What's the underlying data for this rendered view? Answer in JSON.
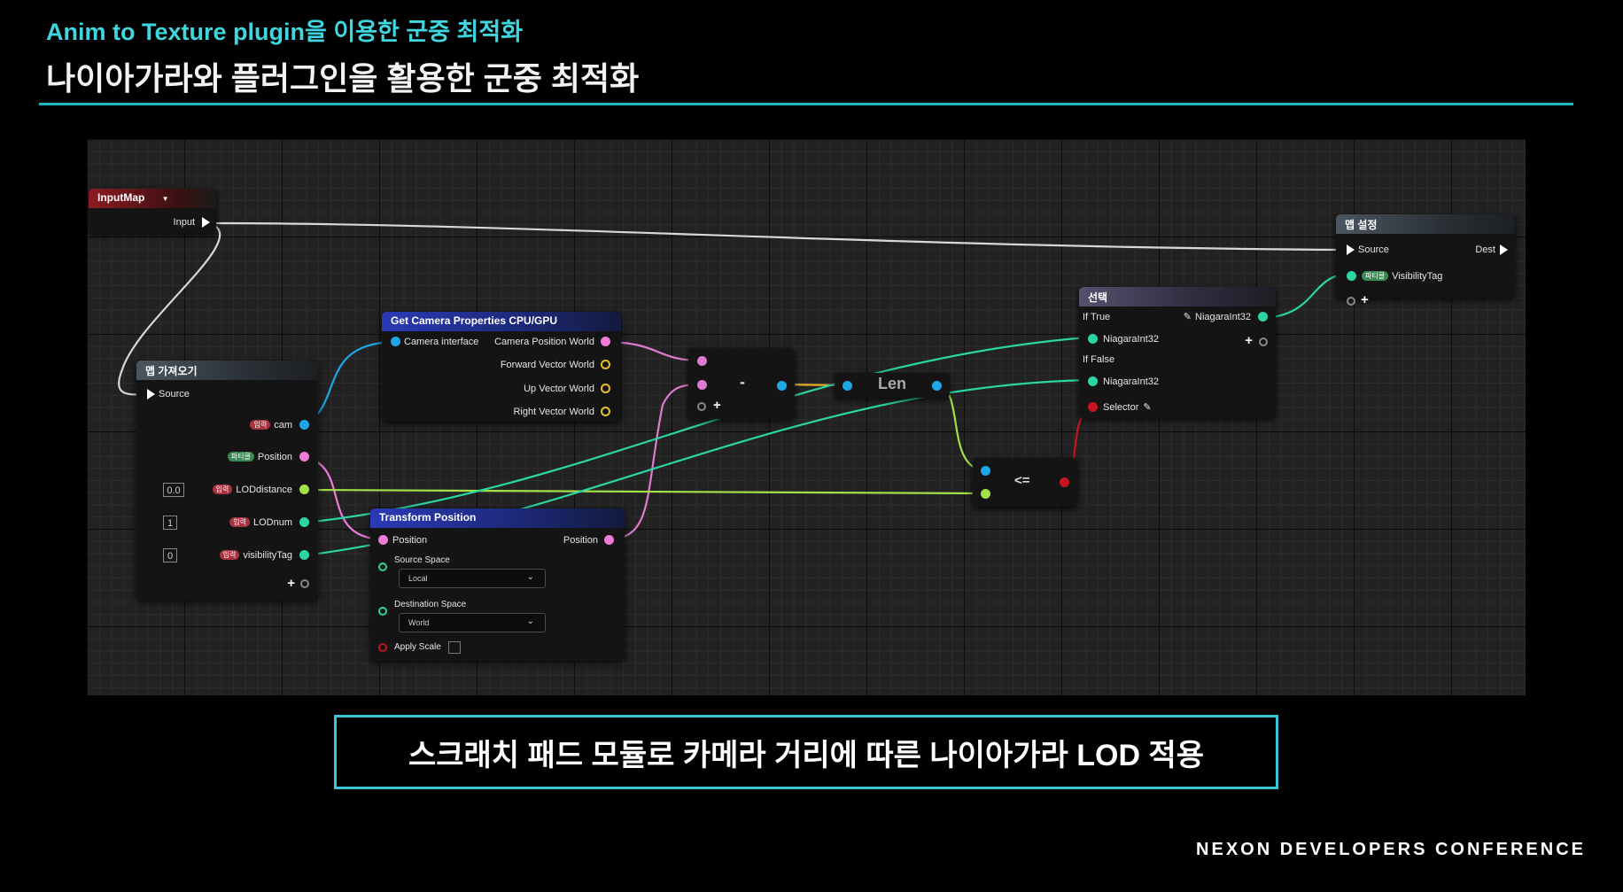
{
  "header": {
    "subtitle": "Anim to Texture plugin을 이용한 군중 최적화",
    "title": "나이아가라와 플러그인을 활용한 군중 최적화"
  },
  "graph": {
    "input_map": {
      "title": "InputMap",
      "input_label": "Input"
    },
    "map_get": {
      "title": "맵 가져오기",
      "source": "Source",
      "pins": [
        {
          "tag": "입력",
          "label": "cam"
        },
        {
          "tag": "파티클",
          "label": "Position"
        },
        {
          "tag": "입력",
          "label": "LODdistance",
          "default": "0.0"
        },
        {
          "tag": "입력",
          "label": "LODnum",
          "default": "1"
        },
        {
          "tag": "입력",
          "label": "visibilityTag",
          "default": "0"
        }
      ]
    },
    "camera_props": {
      "title": "Get Camera Properties CPU/GPU",
      "input": "Camera interface",
      "outputs": [
        "Camera Position World",
        "Forward Vector World",
        "Up Vector World",
        "Right Vector World"
      ]
    },
    "transform_position": {
      "title": "Transform Position",
      "in_position": "Position",
      "out_position": "Position",
      "source_space_label": "Source Space",
      "source_space_value": "Local",
      "dest_space_label": "Destination Space",
      "dest_space_value": "World",
      "apply_scale": "Apply Scale"
    },
    "subtract_op": "-",
    "len_op": "Len",
    "compare_op": "<=",
    "select": {
      "title": "선택",
      "if_true": "If True",
      "if_false": "If False",
      "out_type": "NiagaraInt32",
      "true_in": "NiagaraInt32",
      "false_in": "NiagaraInt32",
      "selector": "Selector"
    },
    "map_set": {
      "title": "맵 설정",
      "source": "Source",
      "dest": "Dest",
      "tag": "파티클",
      "label": "VisibilityTag"
    },
    "pin_colors": {
      "cam": "#1ea6e6",
      "position": "#f07ad8",
      "float": "#a4e04a",
      "int": "#2bd6a4",
      "vector_hollow": "#e6c02a",
      "bool": "#c81420"
    }
  },
  "caption": "스크래치 패드 모듈로 카메라 거리에 따른 나이아가라 LOD 적용",
  "footer": "NEXON DEVELOPERS CONFERENCE"
}
